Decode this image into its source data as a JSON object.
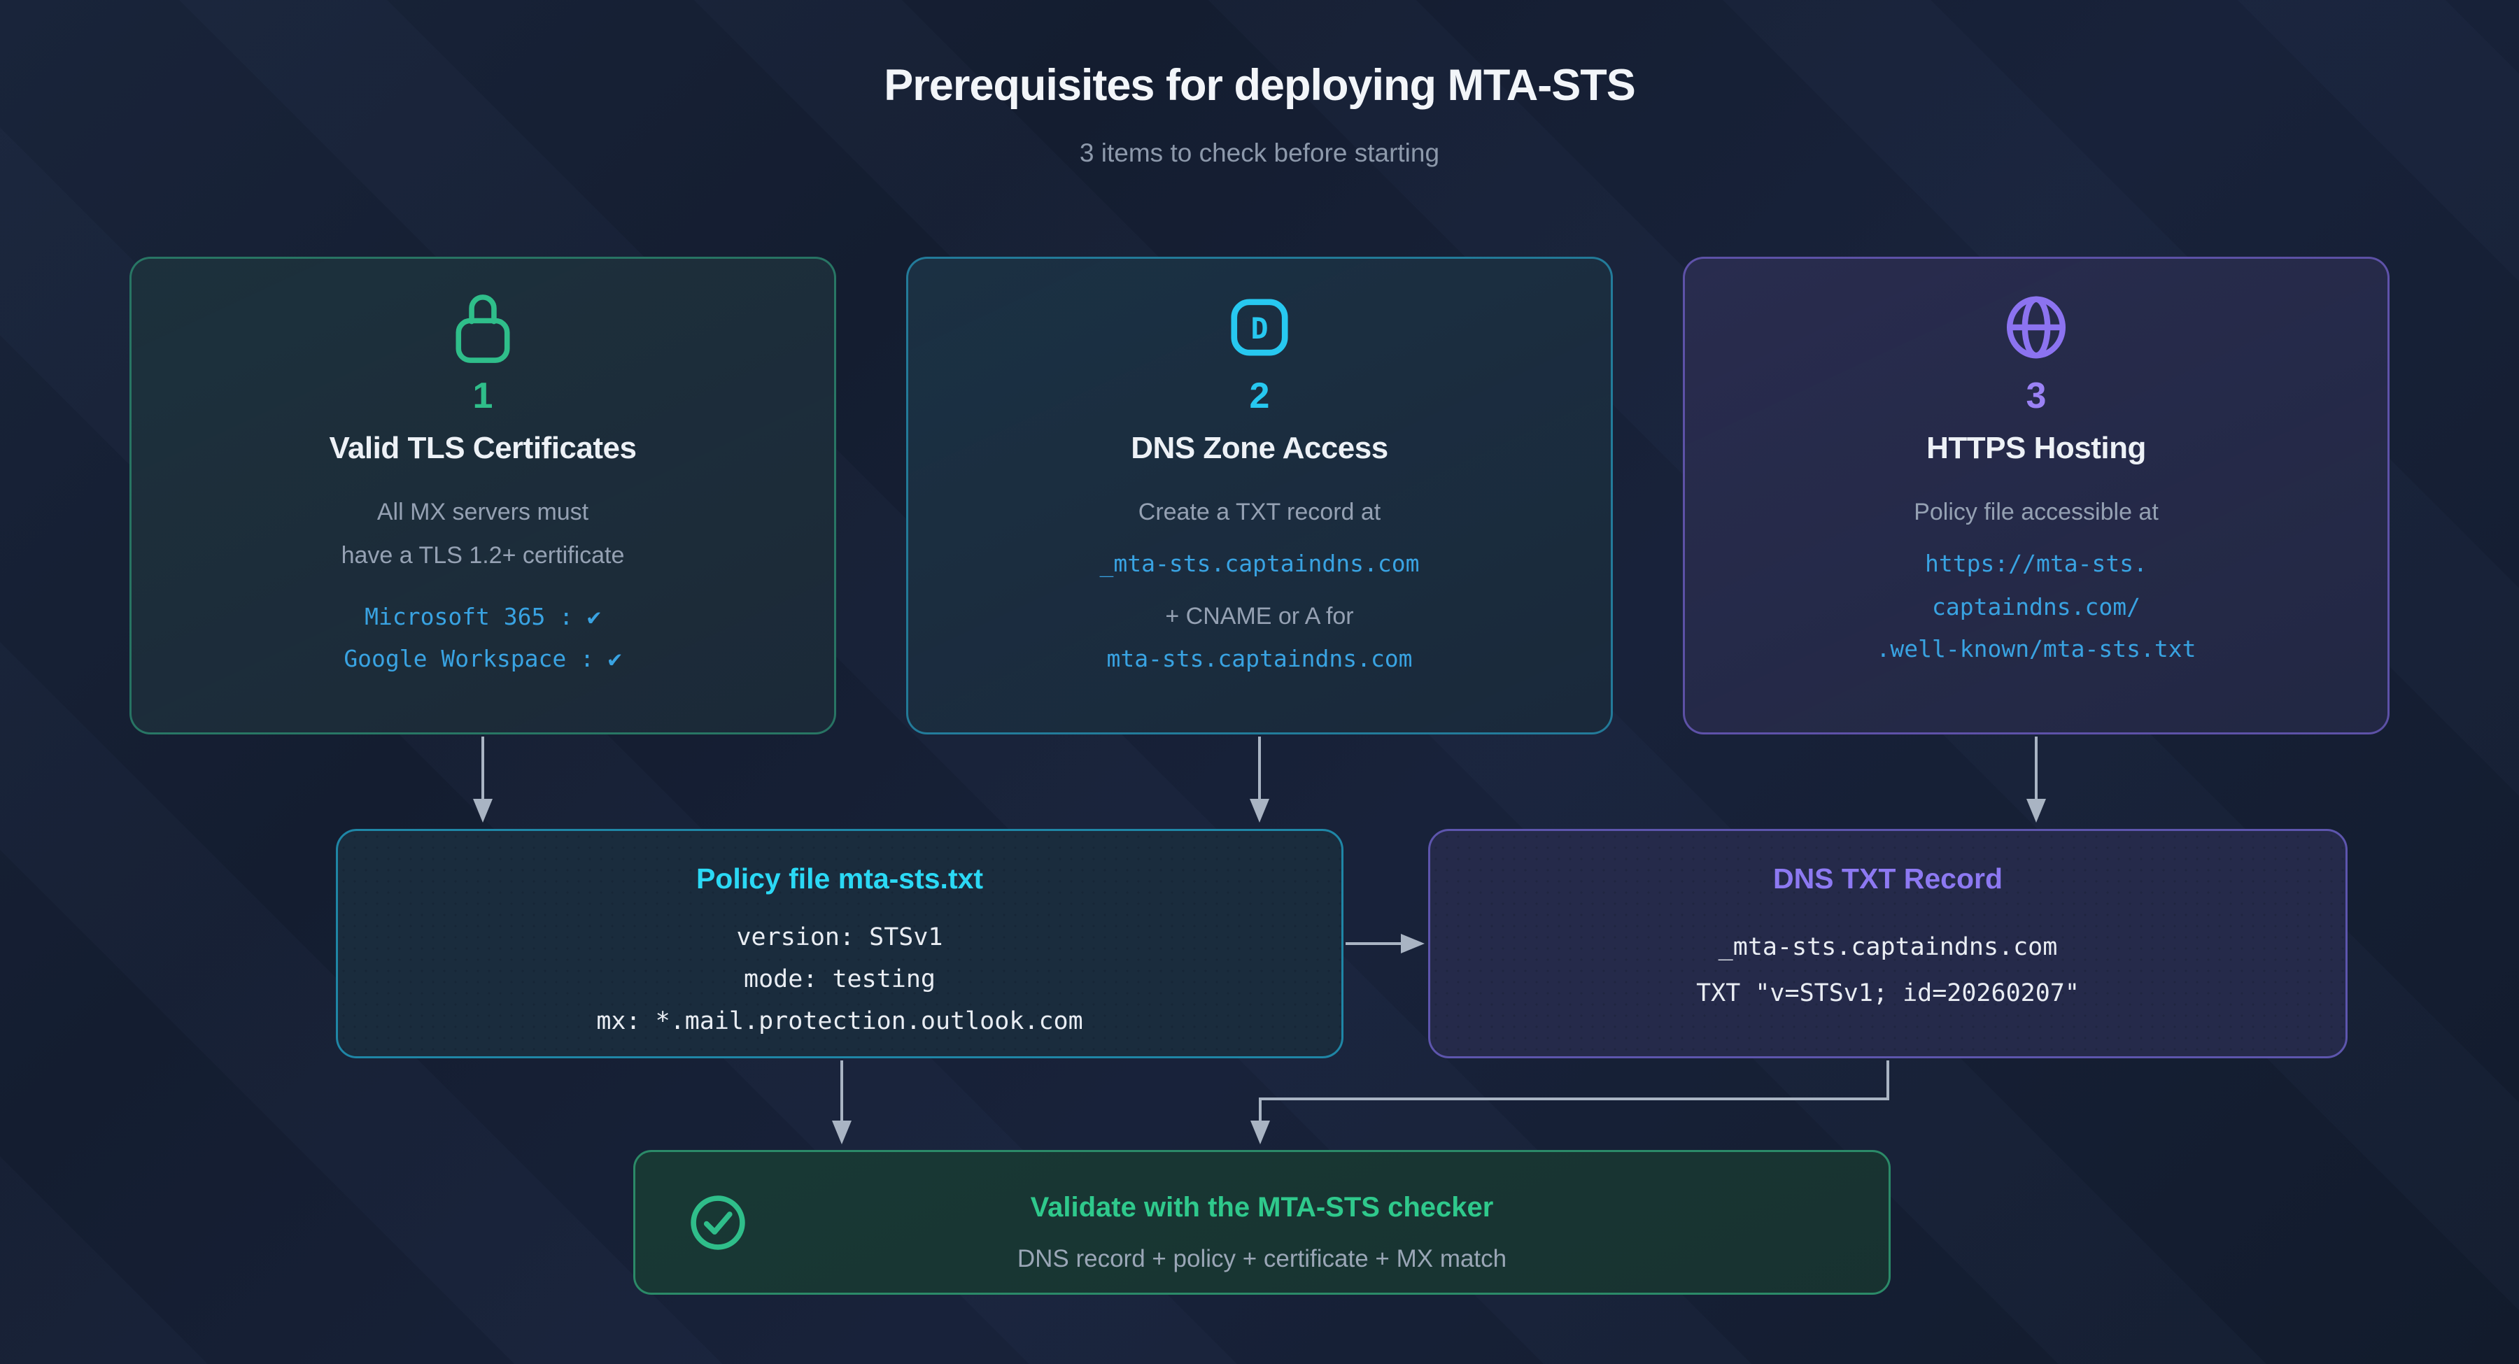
{
  "header": {
    "title": "Prerequisites for deploying MTA-STS",
    "subtitle": "3 items to check before starting"
  },
  "cards": [
    {
      "number": "1",
      "title": "Valid TLS Certificates",
      "icon": "lock-icon",
      "accent": "#2fbe8a",
      "body": [
        "All MX servers must",
        "have a TLS 1.2+ certificate"
      ],
      "mono": [
        "Microsoft 365 : ✔",
        "Google Workspace : ✔"
      ]
    },
    {
      "number": "2",
      "title": "DNS Zone Access",
      "icon": "dns-badge-icon",
      "badge_letter": "D",
      "accent": "#27c8f0",
      "body": [
        "Create a TXT record at",
        "+ CNAME or A for"
      ],
      "mono": [
        "_mta-sts.captaindns.com",
        "mta-sts.captaindns.com"
      ]
    },
    {
      "number": "3",
      "title": "HTTPS Hosting",
      "icon": "globe-icon",
      "accent": "#9b82f5",
      "body": [
        "Policy file accessible at"
      ],
      "mono": [
        "https://mta-sts.",
        "captaindns.com/",
        ".well-known/mta-sts.txt"
      ]
    }
  ],
  "policy_box": {
    "title": "Policy file mta-sts.txt",
    "lines": [
      "version: STSv1",
      "mode: testing",
      "mx: *.mail.protection.outlook.com"
    ],
    "accent": "#2bd9f5"
  },
  "dns_box": {
    "title": "DNS TXT Record",
    "lines": [
      "_mta-sts.captaindns.com",
      "TXT \"v=STSv1; id=20260207\""
    ],
    "accent": "#8d79f2"
  },
  "validate_box": {
    "title": "Validate with the MTA-STS checker",
    "subtitle": "DNS record + policy + certificate + MX match",
    "icon": "check-circle-icon",
    "accent": "#2fc98c"
  },
  "colors": {
    "background": "#141d30",
    "green": "#2fbe8a",
    "cyan": "#27c8f0",
    "purple": "#9b82f5",
    "link_blue": "#39a3e2",
    "arrow": "#a9b4c3",
    "heading": "#f2f5f9",
    "muted_text": "#95a1b3"
  }
}
